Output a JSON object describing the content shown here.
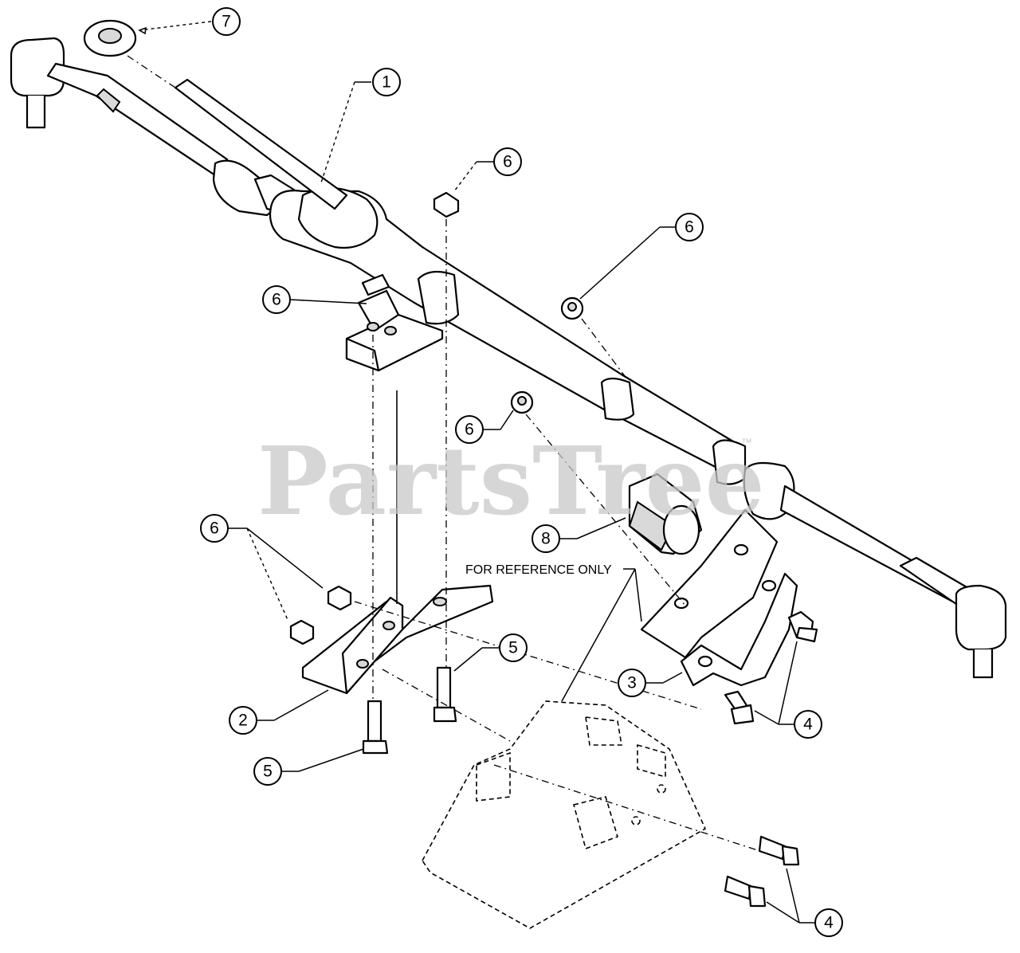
{
  "watermark": {
    "text": "PartsTree",
    "trademark": "™"
  },
  "note": "FOR REFERENCE ONLY",
  "callouts": [
    {
      "id": "callout-7",
      "label": "7"
    },
    {
      "id": "callout-1",
      "label": "1"
    },
    {
      "id": "callout-6a",
      "label": "6"
    },
    {
      "id": "callout-6b",
      "label": "6"
    },
    {
      "id": "callout-6c",
      "label": "6"
    },
    {
      "id": "callout-6d",
      "label": "6"
    },
    {
      "id": "callout-6e",
      "label": "6"
    },
    {
      "id": "callout-8",
      "label": "8"
    },
    {
      "id": "callout-5a",
      "label": "5"
    },
    {
      "id": "callout-5b",
      "label": "5"
    },
    {
      "id": "callout-2",
      "label": "2"
    },
    {
      "id": "callout-3",
      "label": "3"
    },
    {
      "id": "callout-4a",
      "label": "4"
    },
    {
      "id": "callout-4b",
      "label": "4"
    }
  ]
}
